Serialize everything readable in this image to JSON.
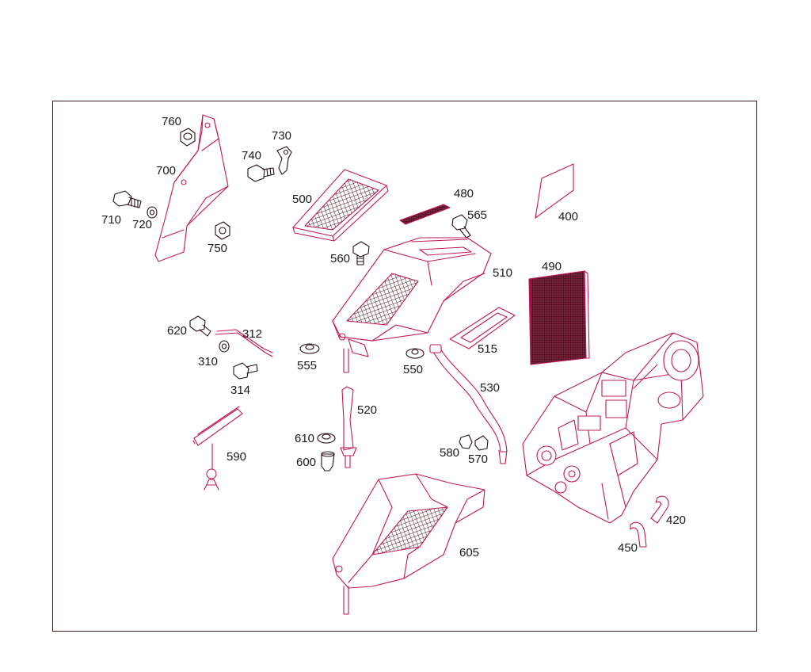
{
  "diagram": {
    "callouts": [
      {
        "id": "760",
        "label": "760"
      },
      {
        "id": "700",
        "label": "700"
      },
      {
        "id": "710",
        "label": "710"
      },
      {
        "id": "720",
        "label": "720"
      },
      {
        "id": "750",
        "label": "750"
      },
      {
        "id": "730",
        "label": "730"
      },
      {
        "id": "740",
        "label": "740"
      },
      {
        "id": "500",
        "label": "500"
      },
      {
        "id": "480",
        "label": "480"
      },
      {
        "id": "565",
        "label": "565"
      },
      {
        "id": "560",
        "label": "560"
      },
      {
        "id": "510",
        "label": "510"
      },
      {
        "id": "400",
        "label": "400"
      },
      {
        "id": "490",
        "label": "490"
      },
      {
        "id": "620",
        "label": "620"
      },
      {
        "id": "312",
        "label": "312"
      },
      {
        "id": "310",
        "label": "310"
      },
      {
        "id": "314",
        "label": "314"
      },
      {
        "id": "555",
        "label": "555"
      },
      {
        "id": "550",
        "label": "550"
      },
      {
        "id": "515",
        "label": "515"
      },
      {
        "id": "530",
        "label": "530"
      },
      {
        "id": "520",
        "label": "520"
      },
      {
        "id": "610",
        "label": "610"
      },
      {
        "id": "600",
        "label": "600"
      },
      {
        "id": "590",
        "label": "590"
      },
      {
        "id": "580",
        "label": "580"
      },
      {
        "id": "570",
        "label": "570"
      },
      {
        "id": "605",
        "label": "605"
      },
      {
        "id": "420",
        "label": "420"
      },
      {
        "id": "450",
        "label": "450"
      }
    ]
  },
  "colors": {
    "line": "#2a0f14",
    "accent": "#c2185b",
    "frame": "#3a1a1a"
  }
}
